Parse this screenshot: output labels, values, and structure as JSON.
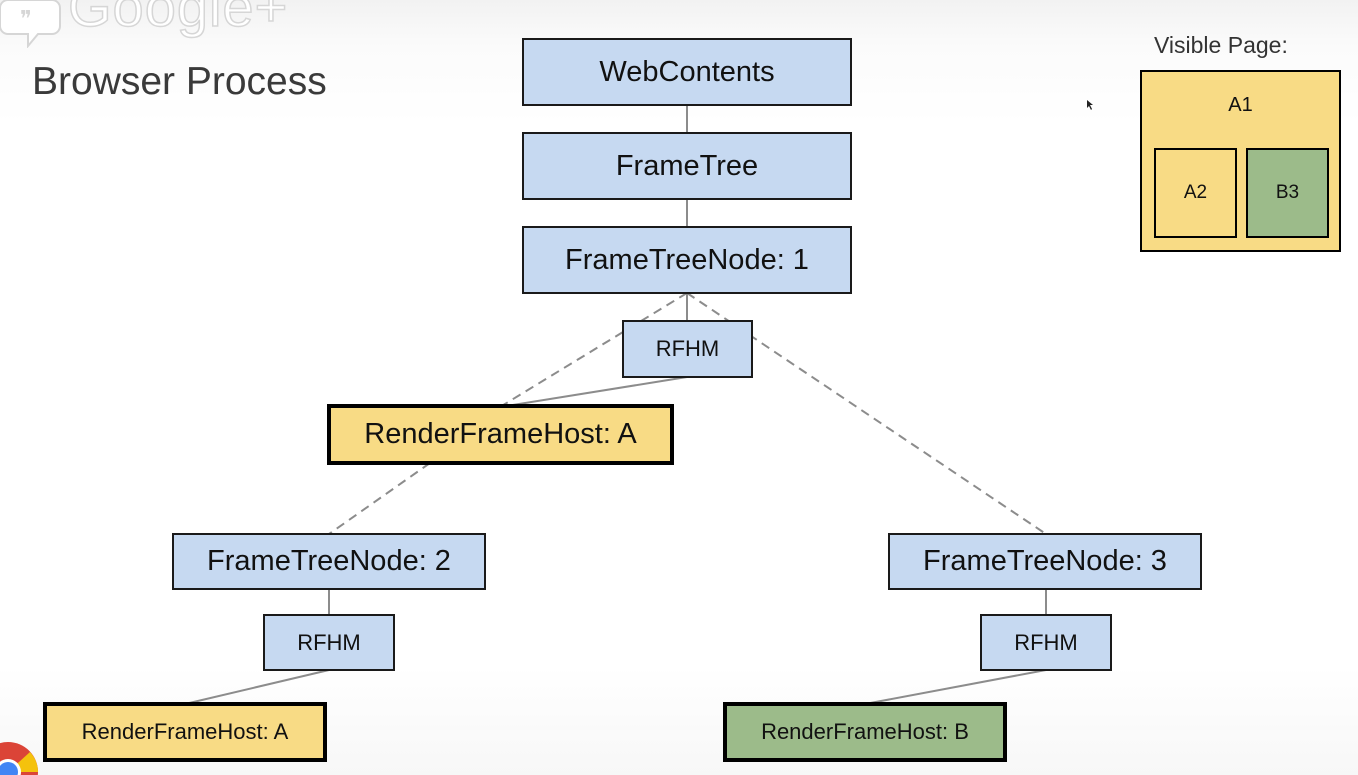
{
  "watermark": {
    "text": "Google+",
    "icon": "hangouts-icon"
  },
  "title": "Browser Process",
  "boxes": {
    "web_contents": "WebContents",
    "frame_tree": "FrameTree",
    "frame_tree_node_1": "FrameTreeNode: 1",
    "rfhm_1": "RFHM",
    "render_frame_host_a_top": "RenderFrameHost: A",
    "frame_tree_node_2": "FrameTreeNode: 2",
    "frame_tree_node_3": "FrameTreeNode: 3",
    "rfhm_2": "RFHM",
    "rfhm_3": "RFHM",
    "render_frame_host_a_bottom": "RenderFrameHost: A",
    "render_frame_host_b": "RenderFrameHost: B"
  },
  "visible_page": {
    "label": "Visible Page:",
    "outer": "A1",
    "child_left": "A2",
    "child_right": "B3"
  },
  "colors": {
    "node_blue": "#c6d9f1",
    "site_a_yellow": "#f8db85",
    "site_b_green": "#9cbb8a"
  }
}
